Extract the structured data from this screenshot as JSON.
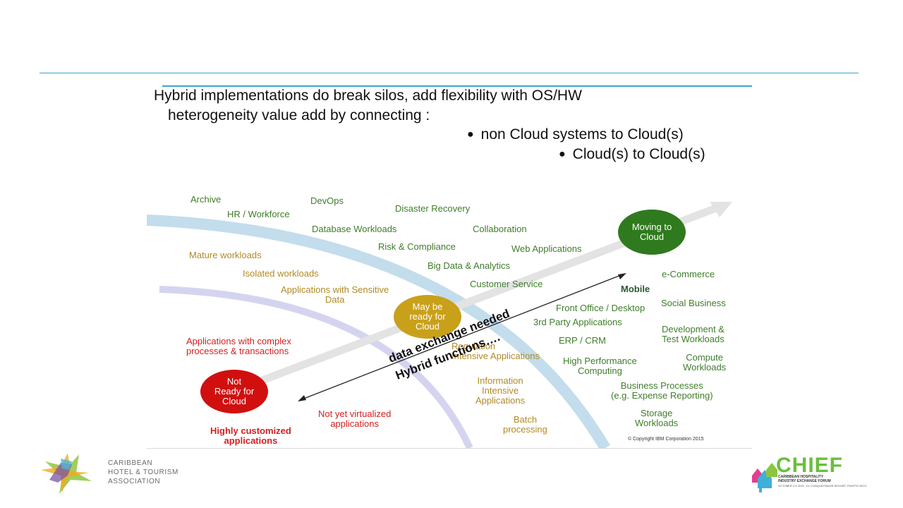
{
  "slide": {
    "headline_line1": "Hybrid implementations do break silos, add flexibility with OS/HW",
    "headline_line2": "heterogeneity value add by connecting :",
    "bullets": [
      "non Cloud systems to Cloud(s)",
      "Cloud(s) to Cloud(s)"
    ]
  },
  "diagram": {
    "green_labels": {
      "archive": "Archive",
      "devops": "DevOps",
      "hr": "HR / Workforce",
      "disaster": "Disaster Recovery",
      "database": "Database Workloads",
      "collaboration": "Collaboration",
      "risk": "Risk & Compliance",
      "web": "Web Applications",
      "bigdata": "Big Data & Analytics",
      "customer": "Customer Service",
      "front_office": "Front Office / Desktop",
      "third_party": "3rd Party Applications",
      "erp": "ERP / CRM",
      "hpc": "High Performance\nComputing",
      "ecommerce": "e-Commerce",
      "social": "Social Business",
      "devtest": "Development &\nTest Workloads",
      "compute": "Compute\nWorkloads",
      "business": "Business Processes\n(e.g. Expense Reporting)",
      "storage": "Storage\nWorkloads"
    },
    "mobile_label": "Mobile",
    "yellow_labels": {
      "mature": "Mature workloads",
      "isolated": "Isolated workloads",
      "sensitive": "Applications with Sensitive\nData",
      "regulation": "Regulation\nIntensive Applications",
      "information": "Information\nIntensive\nApplications",
      "batch": "Batch\nprocessing"
    },
    "red_labels": {
      "complex": "Applications with complex\nprocesses & transactions",
      "virtualized": "Not yet virtualized\napplications",
      "customized": "Highly customized\napplications"
    },
    "circles": {
      "moving": "Moving to\nCloud",
      "maybe": "May be\nready for\nCloud",
      "not_ready": "Not\nReady for\nCloud"
    },
    "diagonal_line1": "data exchange needed",
    "diagonal_line2": "Hybrid functions….",
    "copyright": "© Copyright IBM Corporation 2015",
    "colors": {
      "green": "#3f7d2a",
      "yellow": "#b08a24",
      "red": "#d42020",
      "moving_circle": "#2f7a1e",
      "maybe_circle": "#c9a01a",
      "not_ready_circle": "#d10f0f"
    }
  },
  "footer": {
    "association_lines": [
      "CARIBBEAN",
      "HOTEL & TOURISM",
      "ASSOCIATION"
    ],
    "chief_word": "CHIEF",
    "chief_subtitle_1": "CARIBBEAN HOSPITALITY",
    "chief_subtitle_2": "INDUSTRY EXCHANGE FORUM",
    "chief_event": "OCTOBER 2-4 2015 · EL CONQUISTADOR RESORT, PUERTO RICO"
  }
}
